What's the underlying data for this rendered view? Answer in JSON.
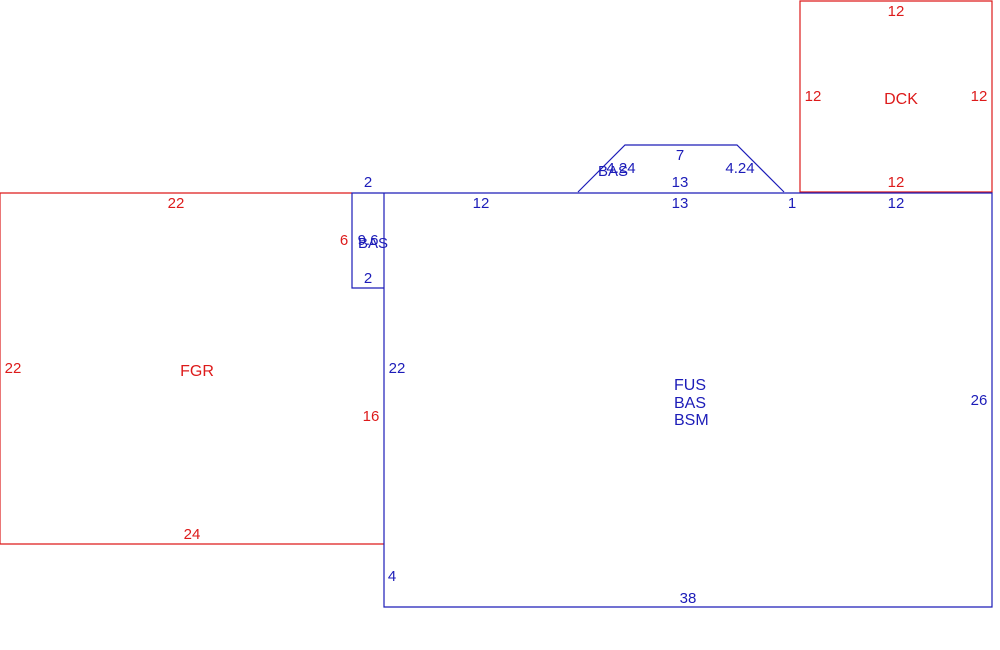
{
  "colors": {
    "red": "#dd1a1a",
    "blue": "#1c1cb8"
  },
  "labels": {
    "fgr": "FGR",
    "dck": "DCK",
    "bas_small": "BAS",
    "bas_bay": "BAS",
    "fus": "FUS",
    "bas_main": "BAS",
    "bsm": "BSM"
  },
  "dims": {
    "fgr_top": "22",
    "fgr_left": "22",
    "fgr_bottom": "24",
    "fgr_right": "16",
    "fgr_small_side": "6",
    "dck_top": "12",
    "dck_left": "12",
    "dck_right": "12",
    "dck_bottom": "12",
    "bump_top": "2",
    "bump_side": "9.6",
    "bump_bottom": "2",
    "main_top_left": "12",
    "main_left": "22",
    "main_left_lower": "4",
    "main_bottom": "38",
    "main_right": "26",
    "main_top_right": "12",
    "main_top_gap": "1",
    "bay_top": "7",
    "bay_left": "4.24",
    "bay_right": "4.24",
    "bay_inner": "13",
    "bay_base": "13"
  }
}
